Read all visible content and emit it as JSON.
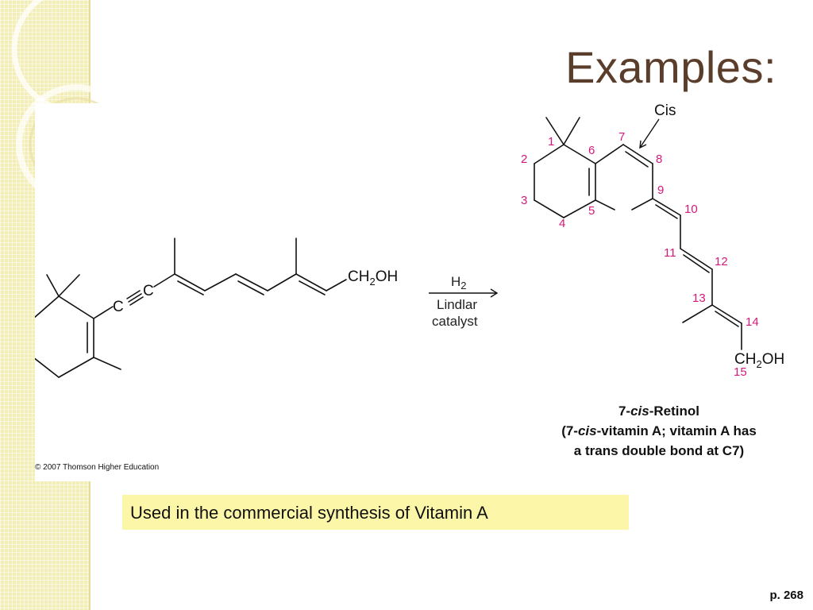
{
  "slide": {
    "title": "Examples:",
    "page_ref": "p. 268"
  },
  "reaction": {
    "reactant": {
      "triple_bond_atom_left": "C",
      "triple_bond_atom_right": "C",
      "end_group": "CH",
      "end_group_sub": "2",
      "end_group_tail": "OH"
    },
    "arrow_reagent": "H",
    "arrow_reagent_sub": "2",
    "arrow_condition_line1": "Lindlar",
    "arrow_condition_line2": "catalyst",
    "product": {
      "cis_label": "Cis",
      "end_group": "CH",
      "end_group_sub": "2",
      "end_group_tail": "OH",
      "atom_numbers": [
        "1",
        "2",
        "3",
        "4",
        "5",
        "6",
        "7",
        "8",
        "9",
        "10",
        "11",
        "12",
        "13",
        "14",
        "15"
      ]
    }
  },
  "copyright": "© 2007 Thomson Higher Education",
  "caption": {
    "line1_pre": "7-",
    "line1_ital": "cis",
    "line1_post": "-Retinol",
    "line2_pre": "(7-",
    "line2_ital": "cis",
    "line2_post": "-vitamin A; vitamin A has",
    "line3": "a trans double bond at C7)"
  },
  "note": "Used in the commercial synthesis of Vitamin A",
  "colors": {
    "title": "#5a3d2b",
    "atom_numbers": "#d4197a",
    "highlight": "#fbf6a8",
    "sidebar": "#f3edb8"
  }
}
